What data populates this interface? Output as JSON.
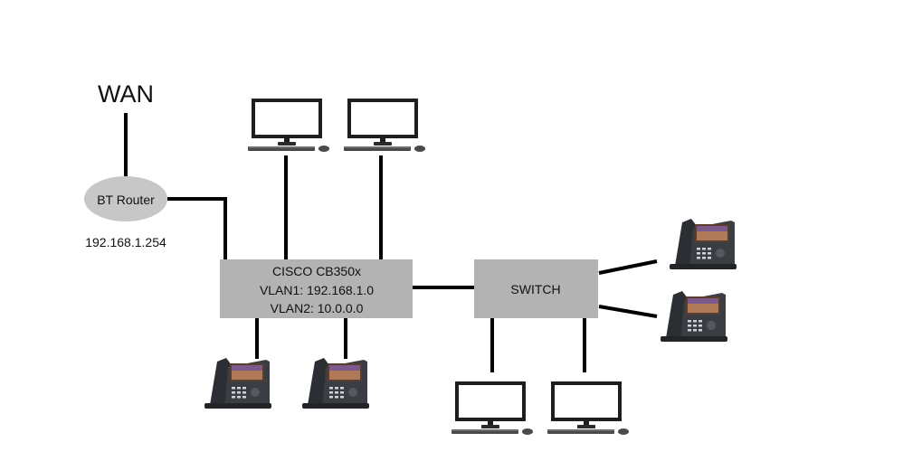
{
  "wan": {
    "label": "WAN"
  },
  "router": {
    "label": "BT Router",
    "ip": "192.168.1.254"
  },
  "core_switch": {
    "name": "CISCO CB350x",
    "vlan1": "VLAN1: 192.168.1.0",
    "vlan2": "VLAN2: 10.0.0.0"
  },
  "switch": {
    "label": "SWITCH"
  },
  "colors": {
    "box_fill": "#b3b3b3",
    "router_fill": "#c7c7c7",
    "line": "#000000"
  }
}
